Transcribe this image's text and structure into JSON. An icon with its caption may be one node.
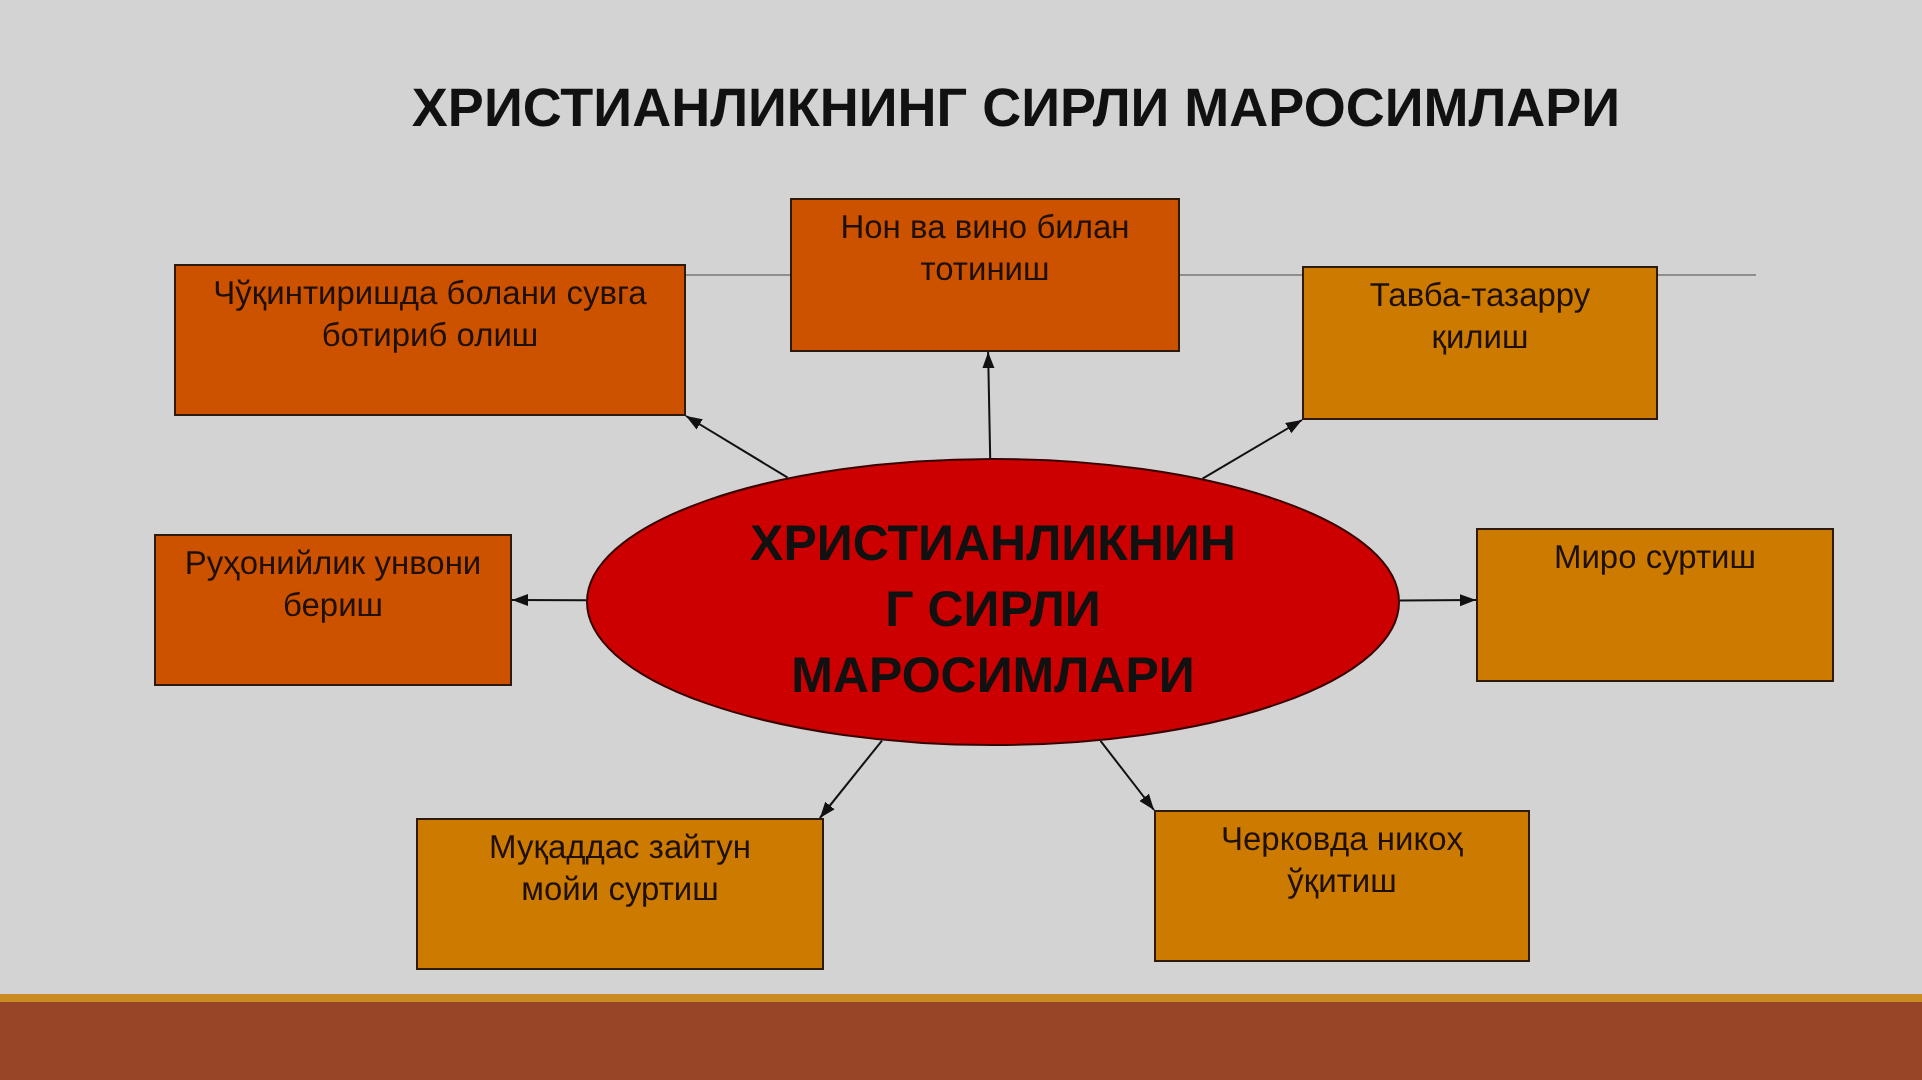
{
  "diagram": {
    "title": "ХРИСТИАНЛИКНИНГ СИРЛИ МАРОСИМЛАРИ",
    "nodes": [
      {
        "text": [
          "ХРИСТИАНЛИКНИН Г СИРЛИ МАРОСИМЛАРИ"
        ]
      },
      {
        "text": [
          "Нон ва вино билан тотиниш"
        ]
      },
      {
        "text": [
          "Чўқинтиришда болани сувга ботириб олиш"
        ]
      },
      {
        "text": [
          "Тавба-тазарру қилиш"
        ]
      },
      {
        "text": [
          "Руҳонийлик унвони бериш"
        ]
      },
      {
        "text": [
          "Миро суртиш"
        ]
      },
      {
        "text": [
          "Муқаддас зайтун мойи суртиш"
        ]
      },
      {
        "text": [
          "Черковда никоҳ ўқитиш"
        ]
      }
    ],
    "edges": [
      {
        "from": 0,
        "to": 1,
        "arrow": "to"
      },
      {
        "from": 0,
        "to": 2,
        "arrow": "to"
      },
      {
        "from": 0,
        "to": 3,
        "arrow": "to"
      },
      {
        "from": 0,
        "to": 4,
        "arrow": "to"
      },
      {
        "from": 0,
        "to": 5,
        "arrow": "to"
      },
      {
        "from": 0,
        "to": 6,
        "arrow": "to"
      },
      {
        "from": 0,
        "to": 7,
        "arrow": "to"
      }
    ]
  }
}
